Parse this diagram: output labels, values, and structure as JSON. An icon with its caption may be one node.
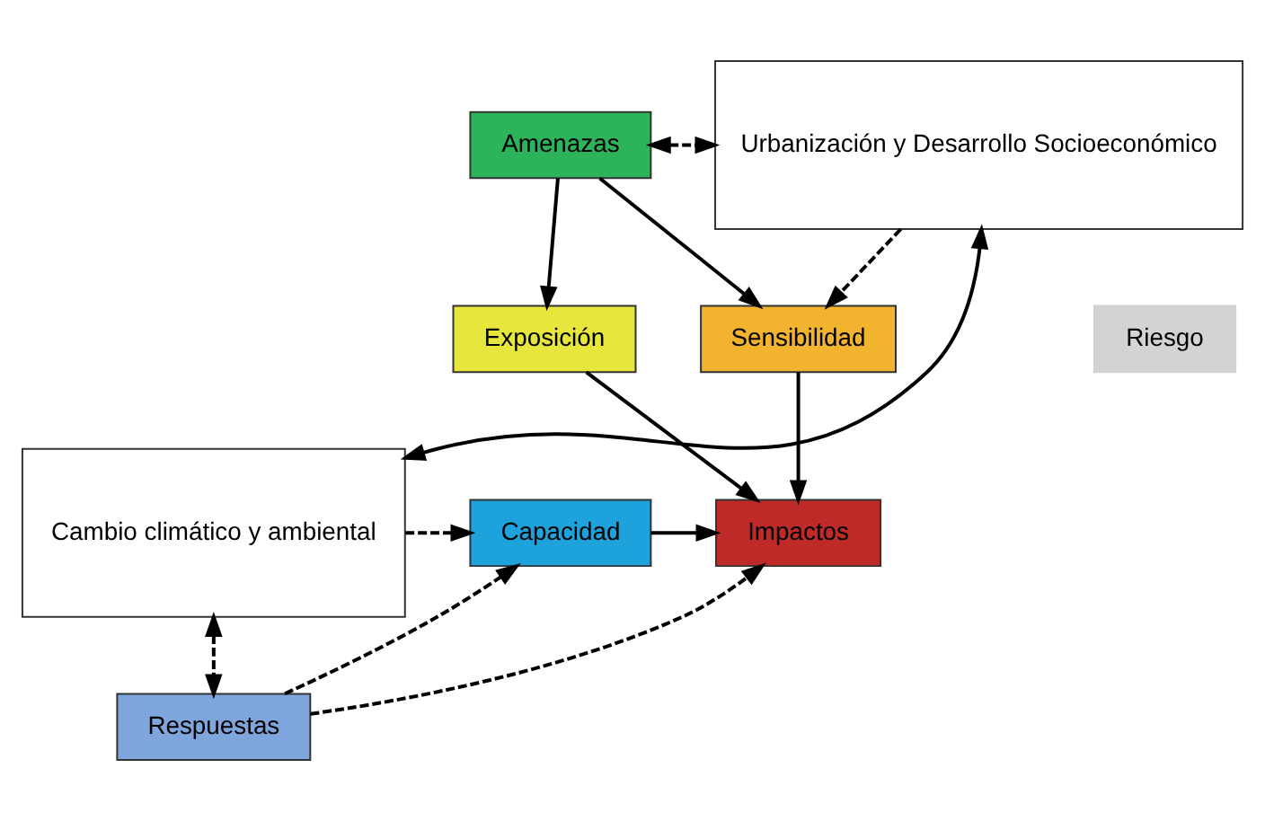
{
  "diagram": {
    "nodes": [
      {
        "text": [
          "Amenazas"
        ]
      },
      {
        "text": [
          "Exposición"
        ]
      },
      {
        "text": [
          "Sensibilidad"
        ]
      },
      {
        "text": [
          "Riesgo"
        ]
      },
      {
        "text": [
          "Impactos"
        ]
      },
      {
        "text": [
          "Capacidad"
        ]
      },
      {
        "text": [
          "Respuestas"
        ]
      },
      {
        "text": [
          "Urbanización y Desarrollo Socioeconómico"
        ]
      },
      {
        "text": [
          "Cambio climático y ambiental"
        ]
      }
    ],
    "edges": [
      {
        "from": 0,
        "to": 1,
        "arrow": "to"
      },
      {
        "from": 0,
        "to": 2,
        "arrow": "to"
      },
      {
        "from": 0,
        "to": 7,
        "arrow": "both",
        "style": "dashed"
      },
      {
        "from": 7,
        "to": 2,
        "arrow": "to",
        "style": "dashed"
      },
      {
        "from": 7,
        "to": 8,
        "arrow": "both"
      },
      {
        "from": 1,
        "to": 4,
        "arrow": "to"
      },
      {
        "from": 2,
        "to": 4,
        "arrow": "to"
      },
      {
        "from": 5,
        "to": 4,
        "arrow": "to"
      },
      {
        "from": 8,
        "to": 5,
        "arrow": "to",
        "style": "dashed"
      },
      {
        "from": 6,
        "to": 4,
        "arrow": "to",
        "style": "dashed"
      },
      {
        "from": 6,
        "to": 5,
        "arrow": "to",
        "style": "dashed"
      },
      {
        "from": 8,
        "to": 6,
        "arrow": "both",
        "style": "dashed"
      }
    ]
  }
}
